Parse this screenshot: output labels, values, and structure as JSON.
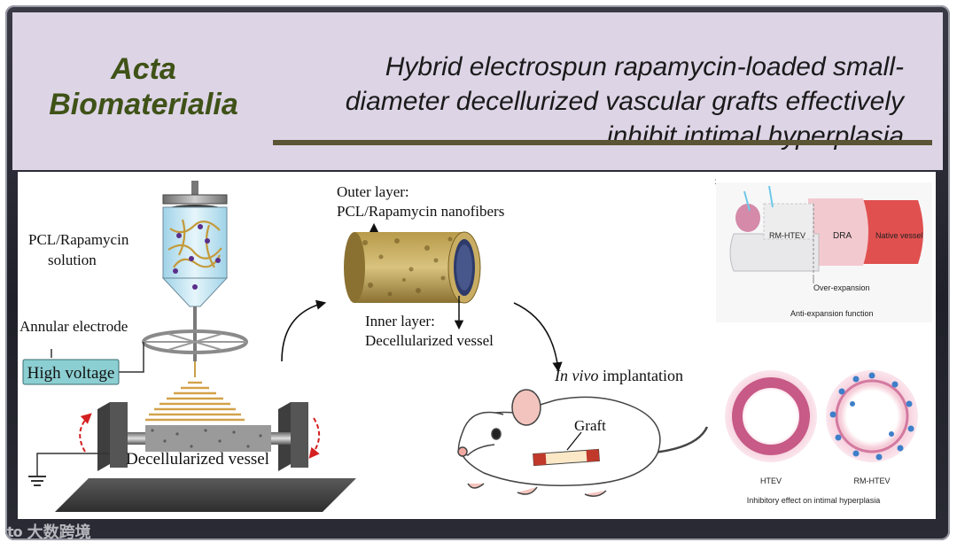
{
  "header": {
    "journal_line1": "Acta",
    "journal_line2": "Biomaterialia",
    "title_line1": "Hybrid electrospun rapamycin-loaded small-",
    "title_line2": "diameter decellurized vascular grafts effectively",
    "title_line3": "inhibit intimal hyperplasia"
  },
  "diagram": {
    "solution_line1": "PCL/Rapamycin",
    "solution_line2": "solution",
    "annular_electrode": "Annular electrode",
    "high_voltage": "High voltage",
    "decellularized_vessel": "Decellularized vessel",
    "outer_layer_line1": "Outer layer:",
    "outer_layer_line2": "PCL/Rapamycin nanofibers",
    "inner_layer_line1": "Inner layer:",
    "inner_layer_line2": "Decellularized vessel",
    "in_vivo": "In vivo",
    "implantation": " implantation",
    "graft": "Graft",
    "rm_htev": "RM-HTEV",
    "dra": "DRA",
    "native_vessel": "Native vessel",
    "over_expansion": "Over-expansion",
    "anti_expansion": "Anti-expansion function",
    "htev": "HTEV",
    "rm_htev_2": "RM-HTEV",
    "inhibitory": "Inhibitory effect on intimal hyperplasia"
  },
  "watermark": {
    "logo": "to",
    "text": "大数跨境"
  },
  "colors": {
    "header_bg": "#ddd4e6",
    "journal": "#3f5217",
    "rule": "#5c5535",
    "high_voltage_box": "#8ccfd2",
    "native_vessel": "#e0504f",
    "dra": "#f2c9cf"
  }
}
